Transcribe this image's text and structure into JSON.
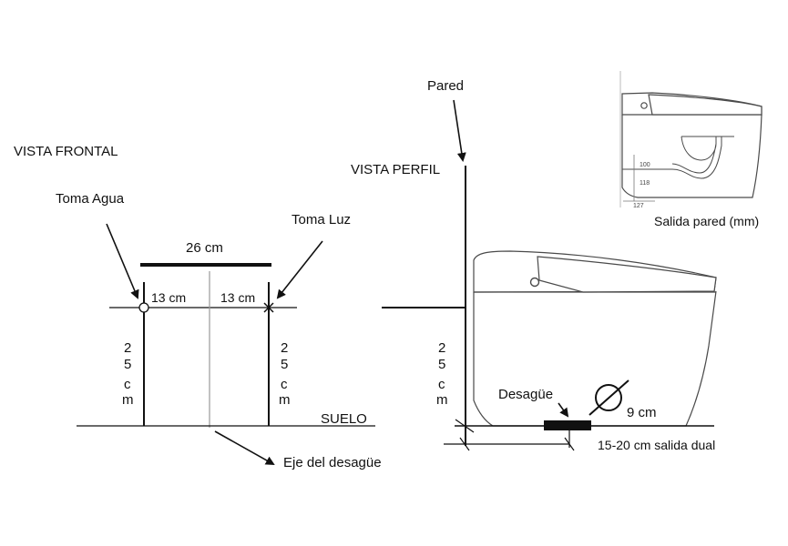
{
  "frontal": {
    "title": "VISTA FRONTAL",
    "water_label": "Toma Agua",
    "power_label": "Toma Luz",
    "width_label": "26 cm",
    "left_half_label": "13 cm",
    "right_half_label": "13 cm",
    "height_left": [
      "2",
      "5",
      "c",
      "m"
    ],
    "height_right": [
      "2",
      "5",
      "c",
      "m"
    ],
    "floor_label": "SUELO",
    "drain_axis_label": "Eje del desagüe"
  },
  "profile": {
    "wall_label": "Pared",
    "title": "VISTA PERFIL",
    "height": [
      "2",
      "5",
      "c",
      "m"
    ],
    "drain_label": "Desagüe",
    "diameter_label": "9 cm",
    "dual_outlet_label": "15-20 cm salida dual"
  },
  "inset": {
    "caption": "Salida pared (mm)",
    "dim_100": "100",
    "dim_118": "118",
    "dim_127": "127"
  },
  "colors": {
    "line": "#111111",
    "guide": "#9a9a9a",
    "fixture": "#4a4a4a"
  }
}
